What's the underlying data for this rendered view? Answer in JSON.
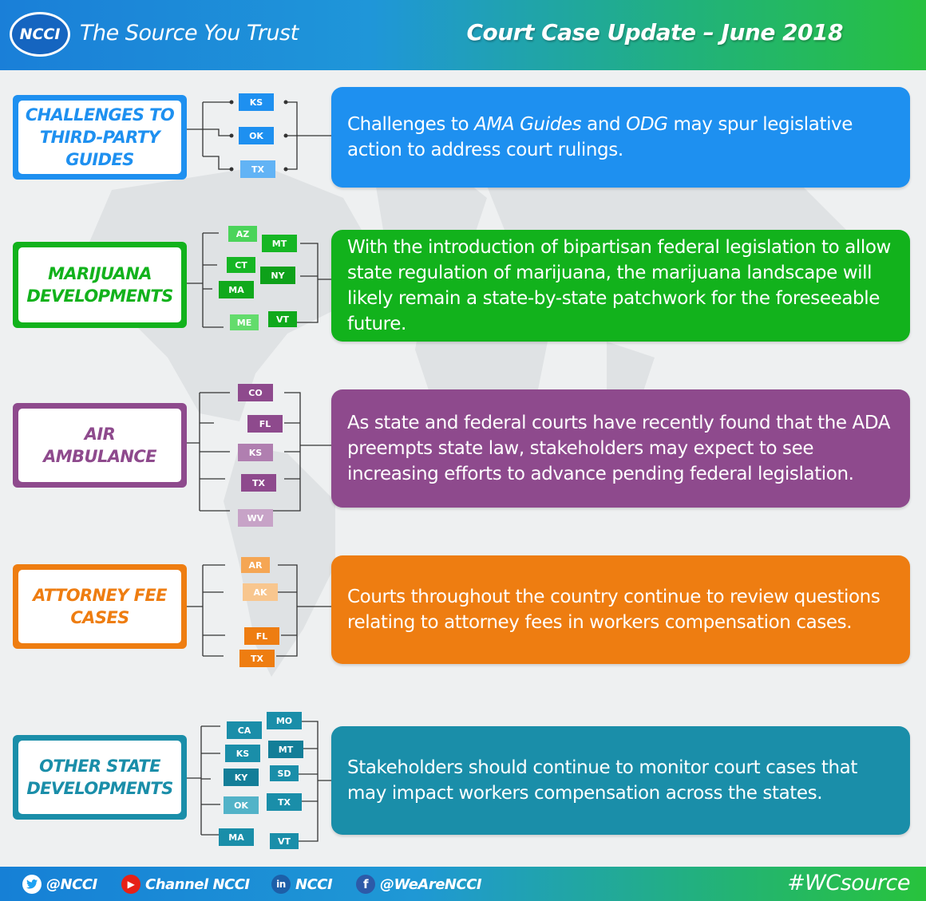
{
  "header": {
    "logo": "NCCI",
    "tagline": "The Source You Trust",
    "title": "Court Case Update – June 2018"
  },
  "sections": [
    {
      "label": "CHALLENGES TO\nTHIRD-PARTY\nGUIDES",
      "color": "#1e90f0",
      "text_a": "Challenges to ",
      "text_b": "AMA Guides",
      "text_c": " and ",
      "text_d": "ODG",
      "text_e": " may spur legislative action to address court rulings.",
      "states": [
        "KS",
        "OK",
        "TX"
      ]
    },
    {
      "label": "MARIJUANA\nDEVELOPMENTS",
      "color": "#12b21c",
      "text": "With the introduction of bipartisan federal legislation to allow state regulation of marijuana, the marijuana landscape will likely remain a state-by-state patchwork for the foreseeable future.",
      "states": [
        "AZ",
        "MT",
        "CT",
        "NY",
        "MA",
        "ME",
        "VT"
      ]
    },
    {
      "label": "AIR\nAMBULANCE",
      "color": "#8e4a8d",
      "text": "As state and federal courts have recently found that the ADA preempts state law, stakeholders may expect to see increasing efforts to advance pending federal legislation.",
      "states": [
        "CO",
        "FL",
        "KS",
        "TX",
        "WV"
      ]
    },
    {
      "label": "ATTORNEY FEE\nCASES",
      "color": "#ee7d11",
      "text": "Courts throughout the country continue to review questions relating to attorney fees in workers compensation cases.",
      "states": [
        "AR",
        "AK",
        "FL",
        "TX"
      ]
    },
    {
      "label": "OTHER STATE\nDEVELOPMENTS",
      "color": "#1a8ea9",
      "text": "Stakeholders should continue to monitor court cases that may impact workers compensation across the states.",
      "states": [
        "CA",
        "MO",
        "KS",
        "MT",
        "KY",
        "SD",
        "OK",
        "TX",
        "MA",
        "VT"
      ]
    }
  ],
  "footer": {
    "twitter": "@NCCI",
    "youtube": "Channel NCCI",
    "linkedin": "NCCI",
    "facebook": "@WeAreNCCI",
    "hashtag": "#WCsource"
  },
  "icons": [
    "twitter-icon",
    "youtube-icon",
    "linkedin-icon",
    "facebook-icon"
  ]
}
